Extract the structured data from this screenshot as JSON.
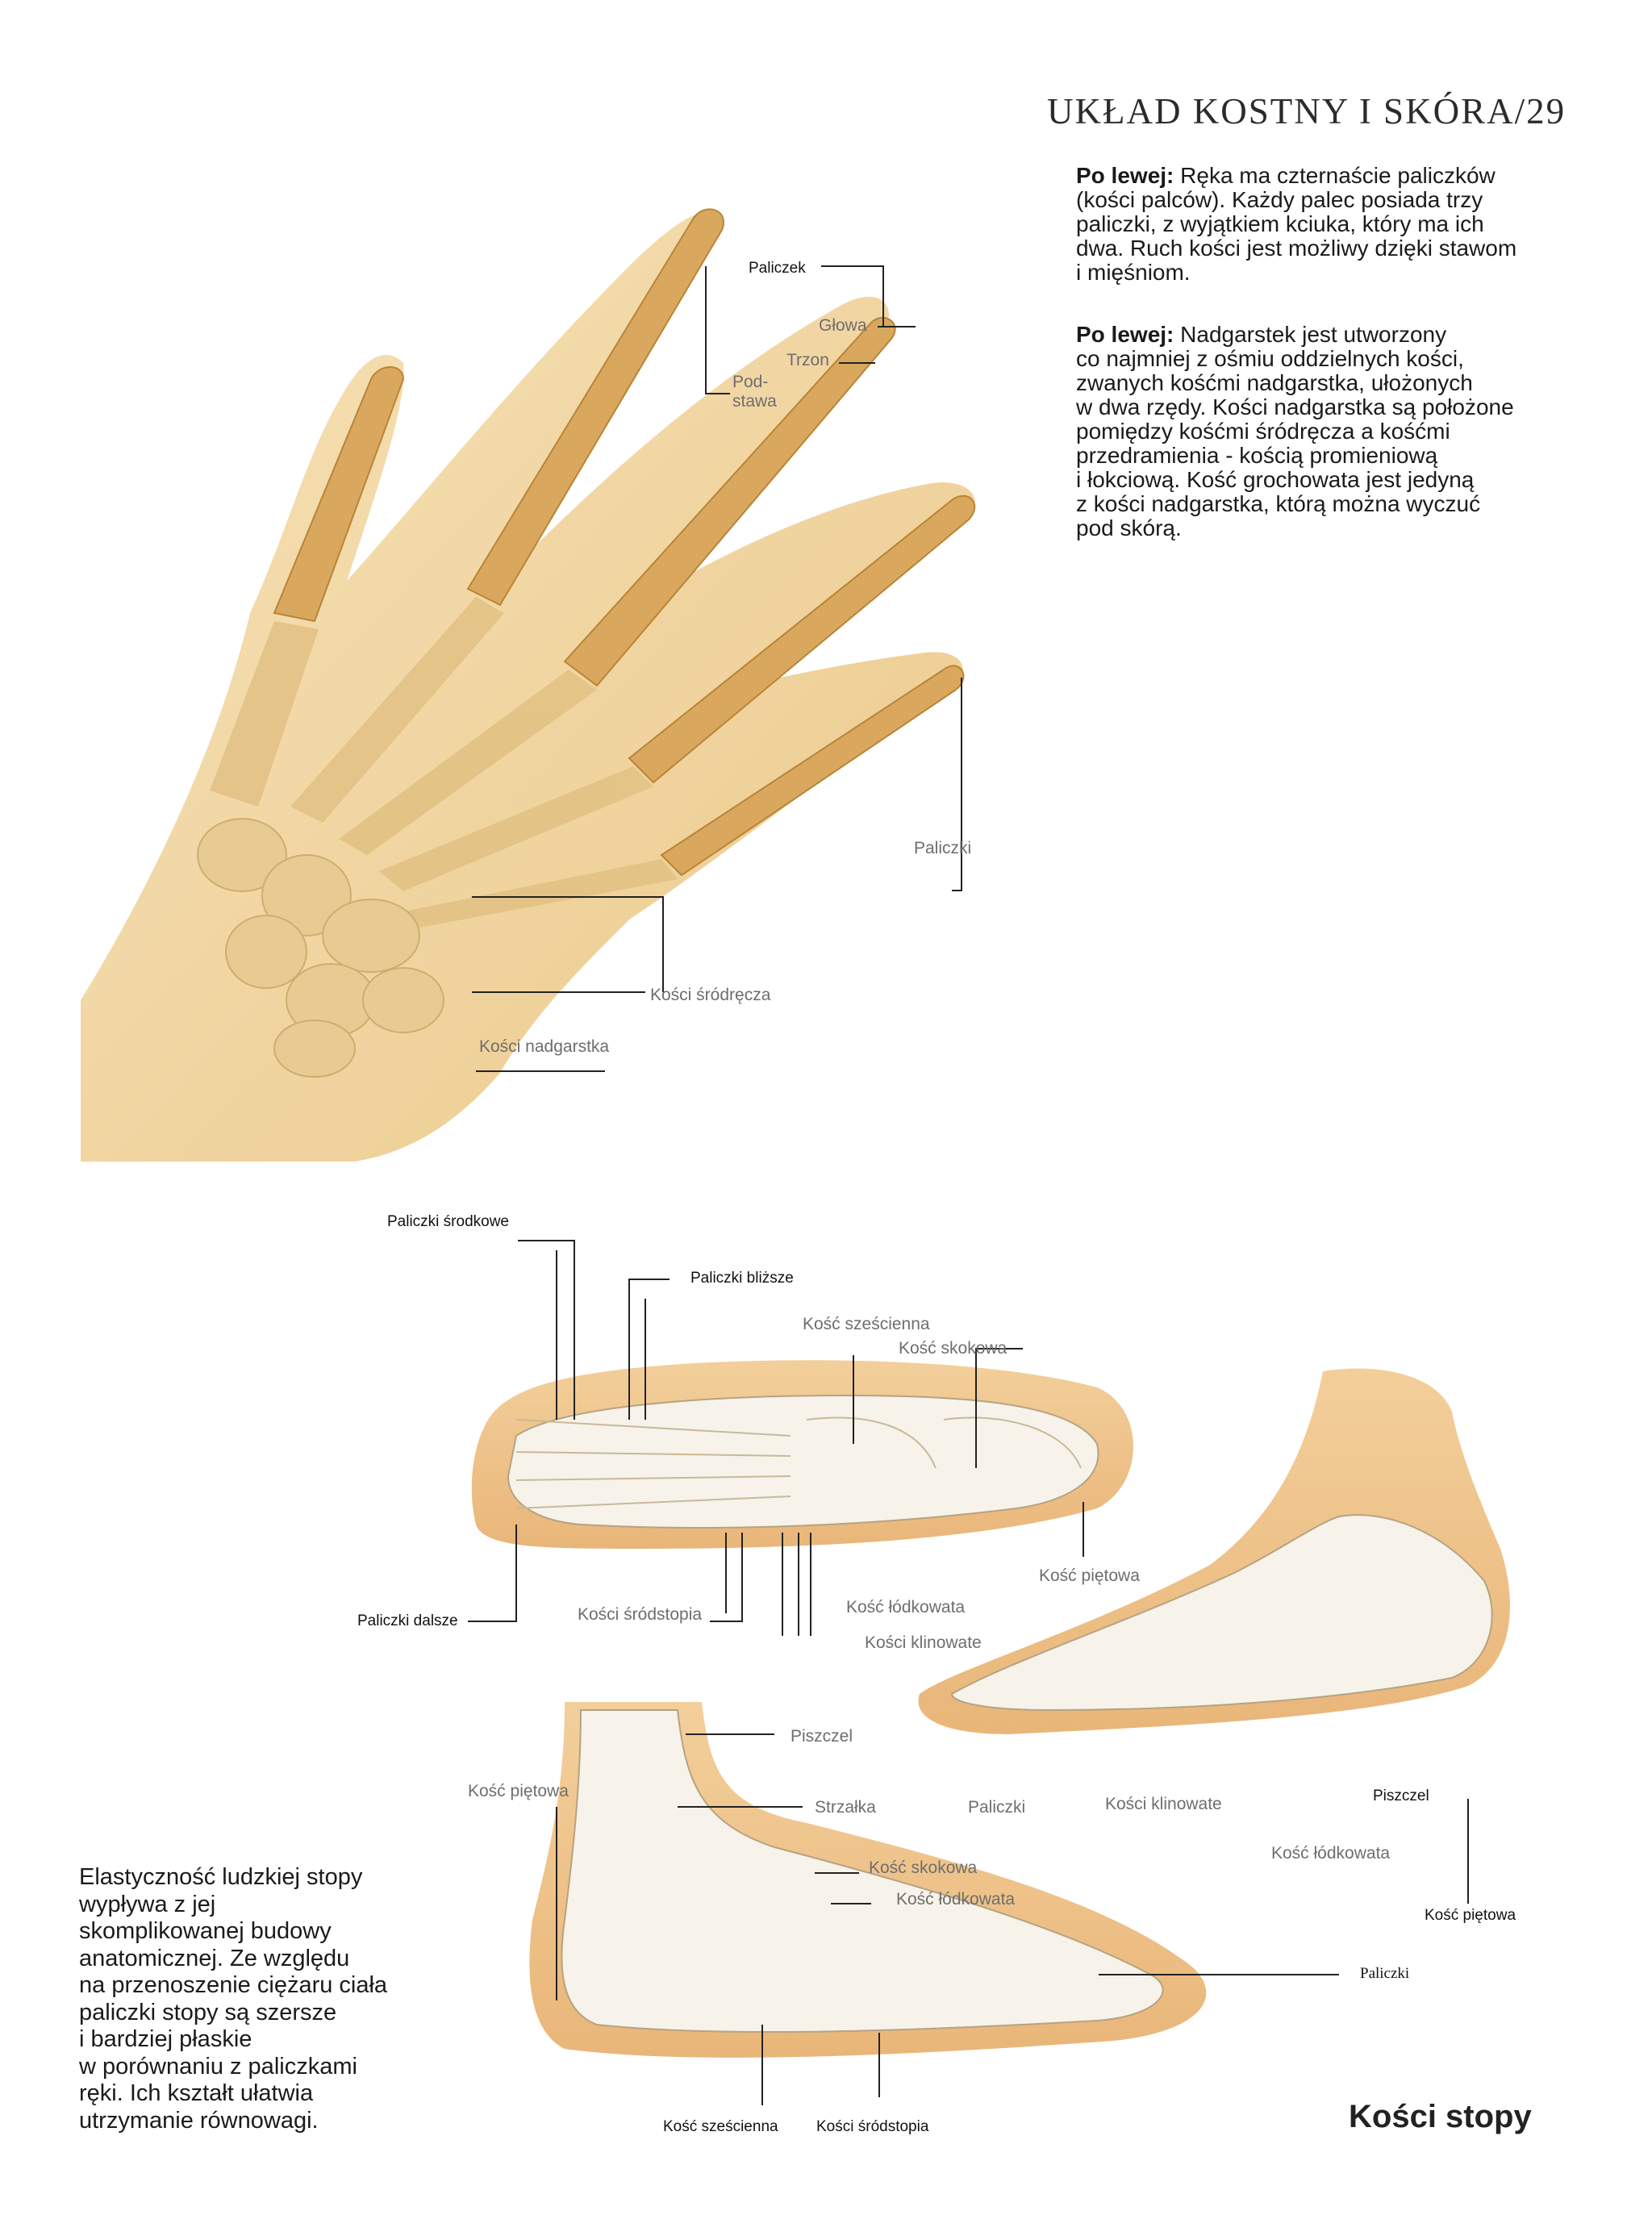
{
  "header": {
    "title": "UKŁAD KOSTNY I SKÓRA/29"
  },
  "paragraphs": {
    "p1": {
      "lead": "Po lewej:",
      "lines": [
        " Ręka ma czternaście paliczków",
        "(kości palców). Każdy palec posiada trzy",
        "paliczki, z wyjątkiem kciuka, który ma ich",
        "dwa. Ruch kości jest możliwy dzięki stawom",
        "i mięśniom."
      ]
    },
    "p2": {
      "lead": "Po lewej:",
      "lines": [
        " Nadgarstek jest utworzony",
        "co najmniej z ośmiu oddzielnych kości,",
        "zwanych kośćmi nadgarstka, ułożonych",
        "w dwa rzędy. Kości nadgarstka są położone",
        "pomiędzy kośćmi śródręcza a kośćmi",
        "przedramienia - kością promieniową",
        "i łokciową. Kość grochowata jest jedyną",
        "z kości nadgarstka, którą można wyczuć",
        "pod skórą."
      ]
    },
    "p3": {
      "lines": [
        "Elastyczność ludzkiej stopy",
        "wypływa z jej",
        "skomplikowanej budowy",
        "anatomicznej. Ze względu",
        "na przenoszenie ciężaru ciała",
        "paliczki stopy są szersze",
        "i bardziej płaskie",
        "w porównaniu z paliczkami",
        "ręki. Ich kształt ułatwia",
        "utrzymanie równowagi."
      ]
    }
  },
  "hand_labels": {
    "paliczek": "Paliczek",
    "glowa": "Głowa",
    "trzon": "Trzon",
    "podstawa_1": "Pod-",
    "podstawa_2": "stawa",
    "paliczki": "Paliczki",
    "kosci_srodrecza": "Kości śródręcza",
    "kosci_nadgarstka": "Kości nadgarstka"
  },
  "foot_top_labels": {
    "paliczki_srodkowe": "Paliczki środkowe",
    "paliczki_blizsze": "Paliczki bliższe",
    "kosc_szescienna": "Kość sześcienna",
    "kosc_skokowa": "Kość skokowa",
    "paliczki_dalsze": "Paliczki dalsze",
    "kosci_srodstopia": "Kości śródstopia",
    "kosc_lodkowata": "Kość łódkowata",
    "kosci_klinowate": "Kości klinowate",
    "kosc_pietowa": "Kość piętowa"
  },
  "foot_side_labels": {
    "paliczki": "Paliczki",
    "kosci_klinowate": "Kości klinowate",
    "piszczel": "Piszczel",
    "kosc_lodkowata": "Kość łódkowata",
    "kosc_pietowa": "Kość piętowa",
    "paliczki_2": "Paliczki"
  },
  "foot_inner_labels": {
    "piszczel": "Piszczel",
    "kosc_pietowa": "Kość piętowa",
    "strzalka": "Strzałka",
    "kosc_skokowa": "Kość skokowa",
    "kosc_lodkowata": "Kość łódkowata",
    "kosc_szescienna": "Kość sześcienna",
    "kosci_srodstopia": "Kości śródstopia"
  },
  "section_title": "Kości stopy",
  "colors": {
    "skin": "#f3d9a8",
    "bone_hand": "#d9a85e",
    "bone_foot": "#f7f3ea",
    "foot_skin": "#f0c48a"
  }
}
